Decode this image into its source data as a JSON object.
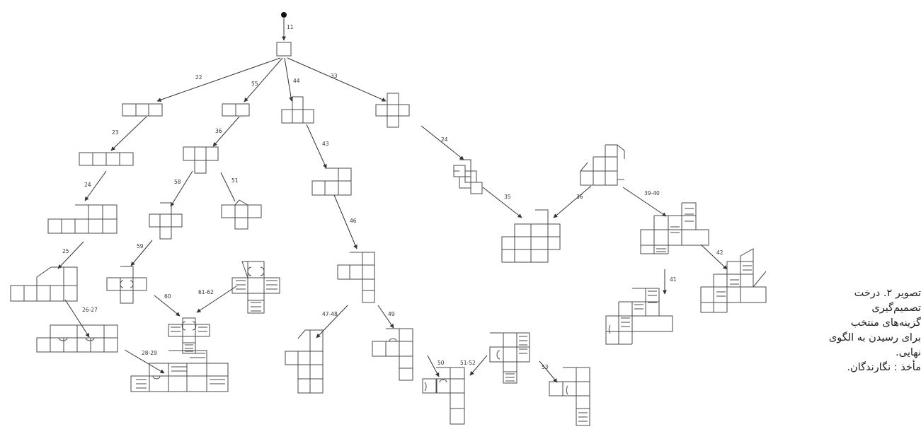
{
  "edge_labels": {
    "e_root": "11",
    "e_a": "22",
    "e_b": "55",
    "e_c": "44",
    "e_d": "33",
    "e_a1": "23",
    "e_a2": "24",
    "e_a3": "25",
    "e_a4": "26-27",
    "e_a5": "28-29",
    "e_b1": "36",
    "e_b2": "58",
    "e_b3": "51",
    "e_b4": "59",
    "e_b5": "60",
    "e_b6": "61-62",
    "e_c1": "43",
    "e_c2": "46",
    "e_c3": "47-48",
    "e_c4": "49",
    "e_c5": "50",
    "e_c6": "51-52",
    "e_c7": "53",
    "e_d1": "24",
    "e_d2": "35",
    "e_d3": "36",
    "e_d4": "39-40",
    "e_d5": "41",
    "e_d6": "42"
  },
  "caption": {
    "line1": "تصویر ۲. درخت",
    "line2": "تصمیم‌گیری",
    "line3": "گزینه‌های منتخب",
    "line4": "برای رسیدن به الگوی",
    "line5": "نهایی.",
    "line6": "مأخذ : نگارندگان."
  }
}
